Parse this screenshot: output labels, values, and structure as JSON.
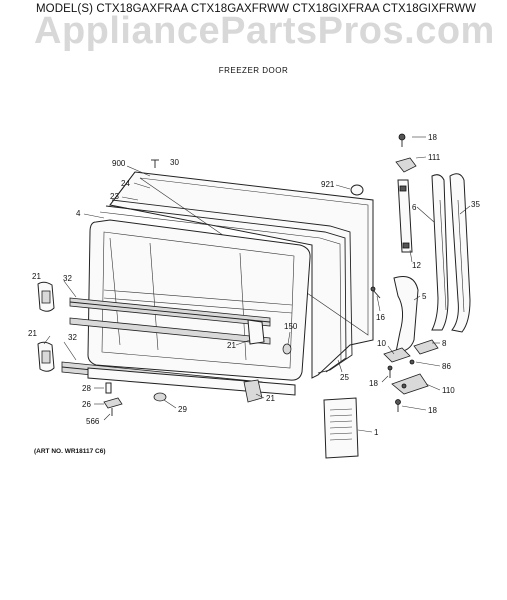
{
  "header": {
    "models_line": "MODEL(S) CTX18GAXFRAA CTX18GAXFRWW CTX18GIXFRAA CTX18GIXFRWW",
    "watermark": "AppliancePartsPros.com",
    "subtitle": "FREEZER DOOR"
  },
  "footer": {
    "art_number": "(ART NO. WR18117 C6)"
  },
  "callouts": {
    "c18a": "18",
    "c111": "111",
    "c30": "30",
    "c900": "900",
    "c24": "24",
    "c921": "921",
    "c23": "23",
    "c6": "6",
    "c35": "35",
    "c4": "4",
    "c12": "12",
    "c21a": "21",
    "c32a": "32",
    "c5": "5",
    "c16": "16",
    "c150": "150",
    "c21b": "21",
    "c32b": "32",
    "c10": "10",
    "c8": "8",
    "c21c": "21",
    "c25": "25",
    "c86": "86",
    "c18b": "18",
    "c110": "110",
    "c28": "28",
    "c21d": "21",
    "c26": "26",
    "c29": "29",
    "c18c": "18",
    "c566": "566",
    "c1": "1"
  }
}
